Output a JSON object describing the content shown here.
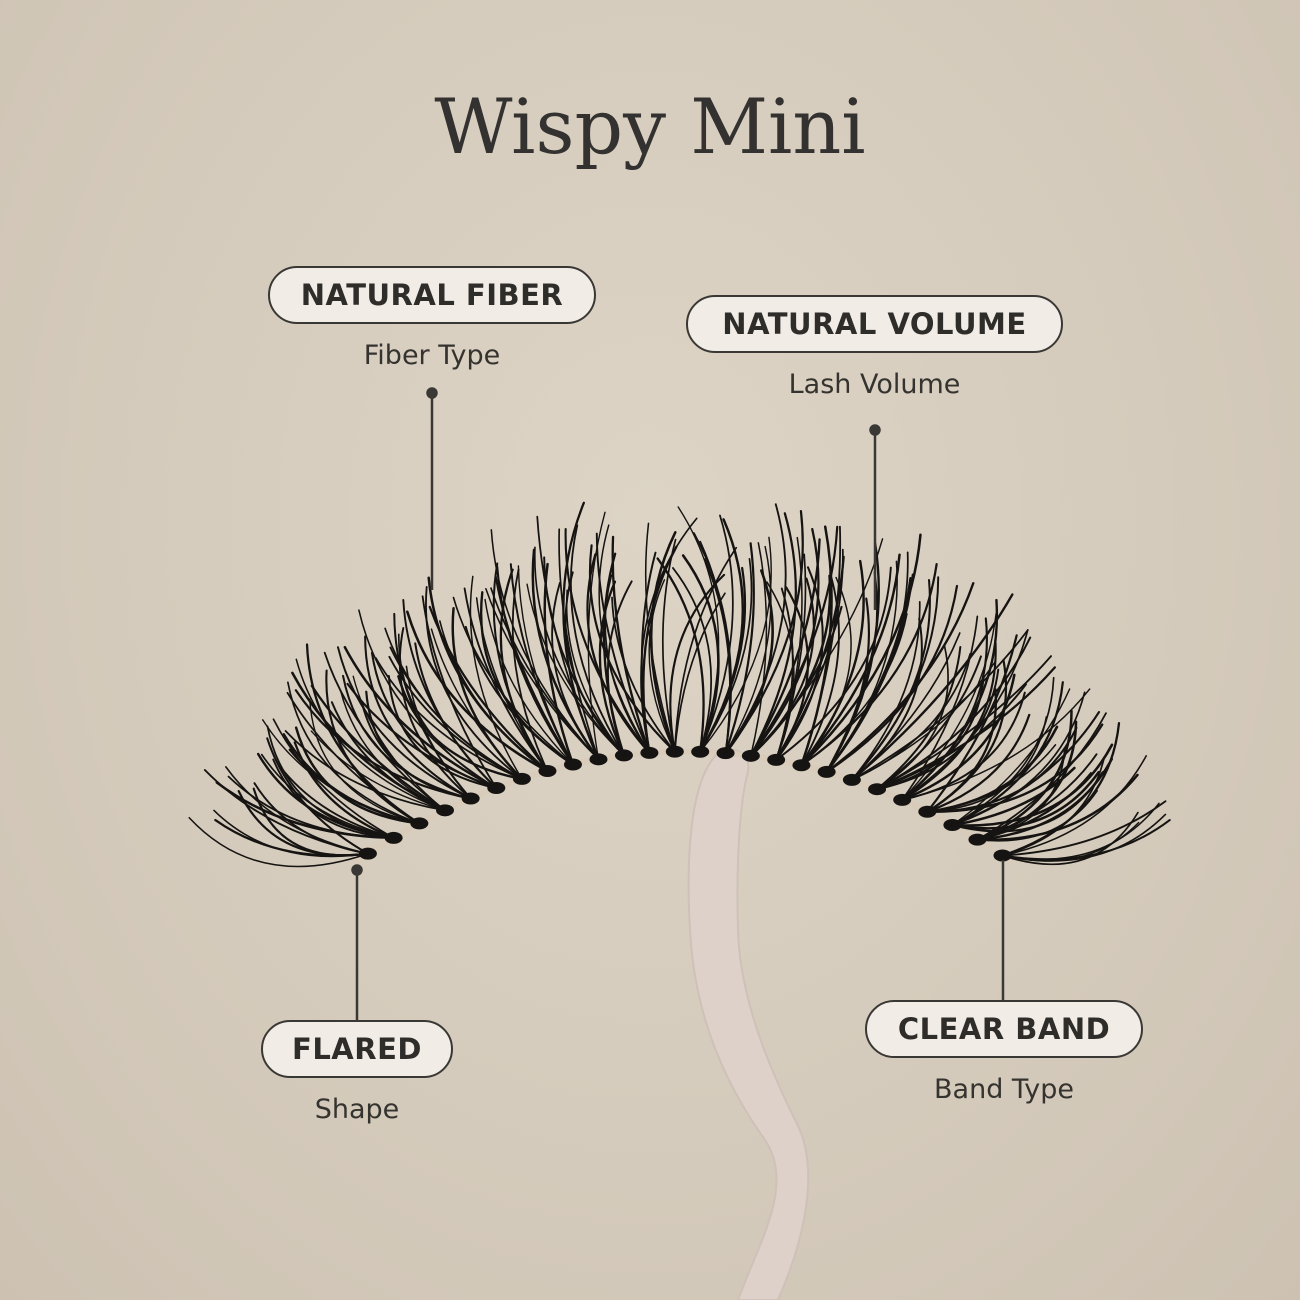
{
  "title": "Wispy Mini",
  "features": [
    {
      "tag": "NATURAL FIBER",
      "caption": "Fiber Type"
    },
    {
      "tag": "NATURAL VOLUME",
      "caption": "Lash Volume"
    },
    {
      "tag": "FLARED",
      "caption": "Shape"
    },
    {
      "tag": "CLEAR BAND",
      "caption": "Band Type"
    }
  ],
  "colors": {
    "background": "#d8cfc1",
    "pill_fill": "#f1ece6",
    "ink": "#2f2d2a",
    "lash": "#161412",
    "wand": "#dcd0c8"
  }
}
